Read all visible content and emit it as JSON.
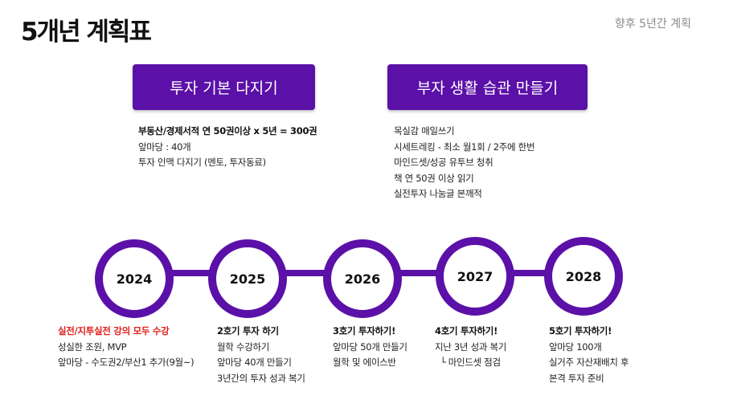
{
  "header": {
    "title": "5개년 계획표",
    "subtitle": "향후 5년간 계획"
  },
  "goals": [
    {
      "label": "투자 기본 다지기",
      "items": [
        "부동산/경제서적 연 50권이상 x 5년 = 300권",
        "앞마당 : 40개",
        "투자 인맥 다지기 (멘토, 투자동료)"
      ]
    },
    {
      "label": "부자 생활 습관 만들기",
      "items": [
        "목실감 매일쓰기",
        "시세트레킹 - 최소 월1회 / 2주에 한번",
        "마인드셋/성공 유투브 청취",
        "책 연 50권 이상 읽기",
        "실전투자 나눔글 본깨적"
      ]
    }
  ],
  "timeline": [
    {
      "year": "2024",
      "heading": "실전/지투실전 강의 모두 수강",
      "items": [
        "성실한 조원, MVP",
        "앞마당 - 수도권2/부산1 추가(9월~)"
      ]
    },
    {
      "year": "2025",
      "heading": "2호기 투자 하기",
      "items": [
        "월학 수강하기",
        "앞마당 40개 만들기",
        "3년간의 투자 성과 복기"
      ]
    },
    {
      "year": "2026",
      "heading": "3호기 투자하기!",
      "items": [
        "앞마당 50개 만들기",
        "월학 및 에이스반"
      ]
    },
    {
      "year": "2027",
      "heading": "4호기 투자하기!",
      "items": [
        "지난 3년 성과 복기",
        "  └ 마인드셋 점검"
      ]
    },
    {
      "year": "2028",
      "heading": "5호기 투자하기!",
      "items": [
        "앞마당 100개",
        "실거주 자산재배치 후",
        "본격 투자 준비"
      ]
    }
  ],
  "colors": {
    "accent": "#5b10a8",
    "highlight": "#e0201c"
  }
}
